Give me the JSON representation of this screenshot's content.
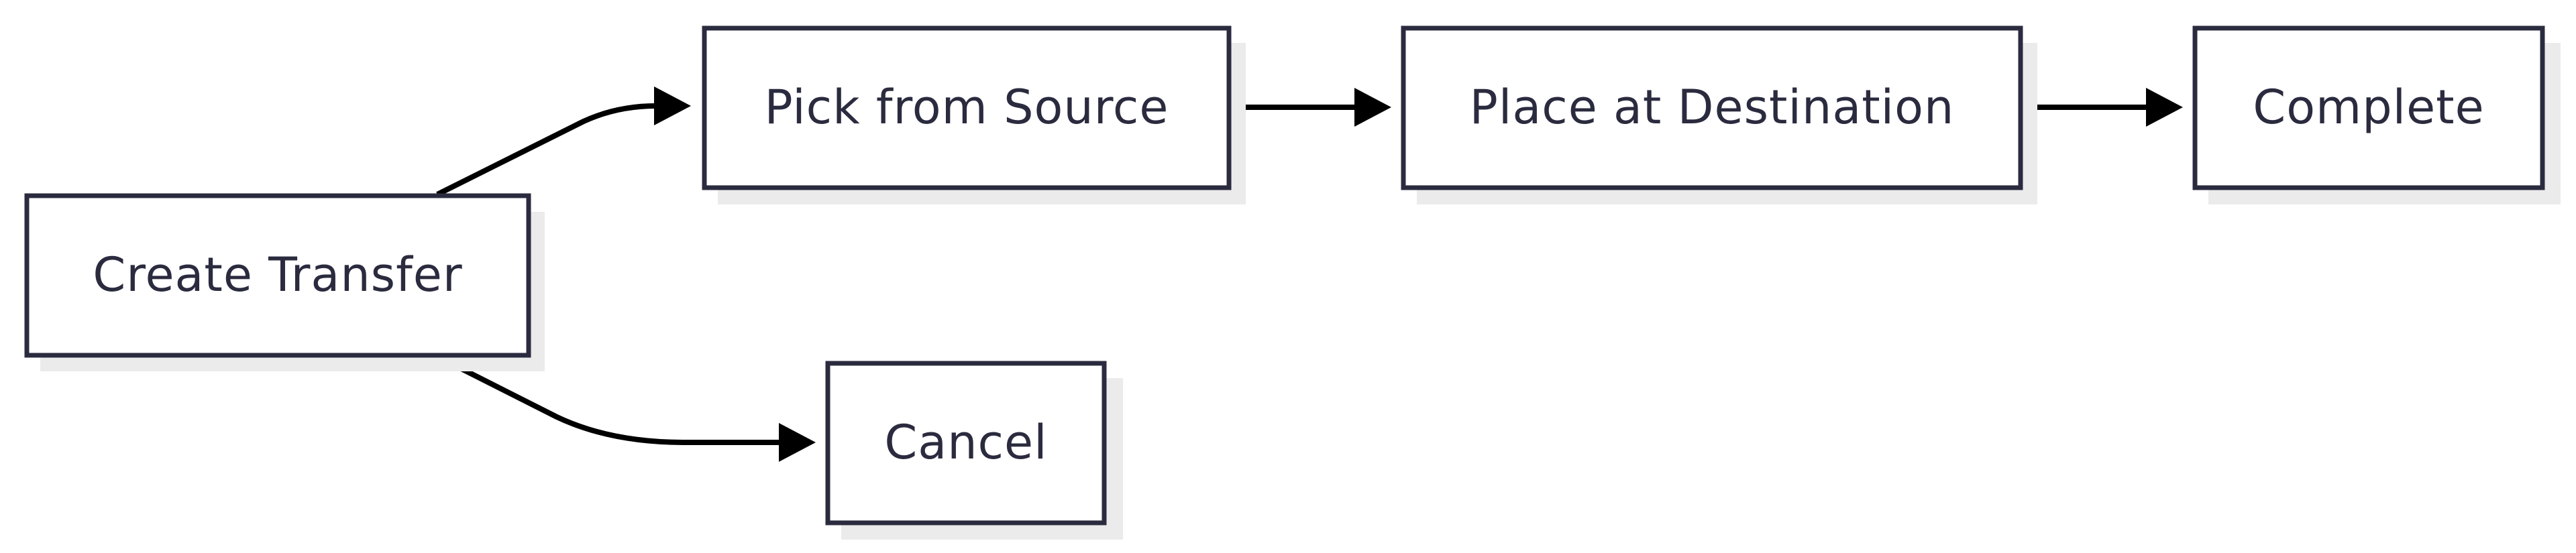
{
  "diagram": {
    "type": "flowchart",
    "direction": "left-to-right",
    "nodes": {
      "create_transfer": "Create Transfer",
      "pick_from_source": "Pick from Source",
      "place_at_destination": "Place at Destination",
      "complete": "Complete",
      "cancel": "Cancel"
    },
    "edges": [
      {
        "from": "Create Transfer",
        "to": "Pick from Source"
      },
      {
        "from": "Pick from Source",
        "to": "Place at Destination"
      },
      {
        "from": "Place at Destination",
        "to": "Complete"
      },
      {
        "from": "Create Transfer",
        "to": "Cancel"
      }
    ],
    "colors": {
      "node_border": "#2b2b3f",
      "node_text": "#2b2b3f",
      "edge": "#000000",
      "shadow": "#ebebeb"
    }
  }
}
